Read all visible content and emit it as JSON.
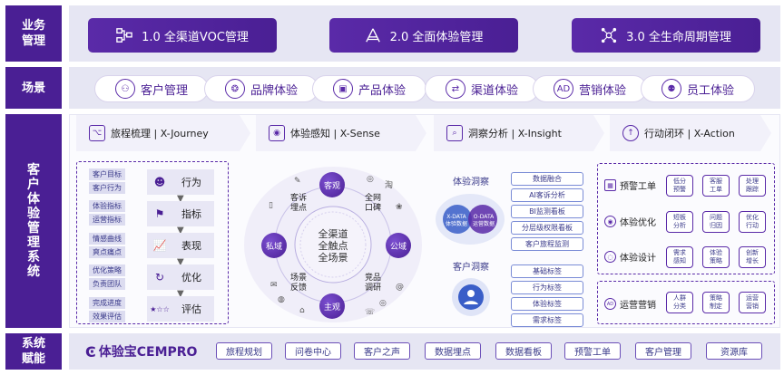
{
  "rows": {
    "business": "业务\n管理",
    "scene": "场景",
    "system": "客\n户\n体\n验\n管\n理\n系\n统",
    "enable": "系统\n赋能"
  },
  "business": [
    "1.0  全渠道VOC管理",
    "2.0  全面体验管理",
    "3.0  全生命周期管理"
  ],
  "scenes": [
    "客户管理",
    "品牌体验",
    "产品体验",
    "渠道体验",
    "营销体验",
    "员工体验"
  ],
  "phases": [
    "旅程梳理  |  X-Journey",
    "体验感知  |  X-Sense",
    "洞察分析  |  X-Insight",
    "行动闭环  |  X-Action"
  ],
  "journey": {
    "tags": [
      "客户目标",
      "客户行为",
      "体验指标",
      "运营指标",
      "情感曲线",
      "爽点痛点",
      "优化策略",
      "负责团队",
      "完成进度",
      "效果评估"
    ],
    "steps": [
      "行为",
      "指标",
      "表现",
      "优化",
      "评估"
    ]
  },
  "sense": {
    "center": "全渠道\n全触点\n全场景",
    "nodes": [
      "客观",
      "公域",
      "主观",
      "私域"
    ],
    "labels": [
      "客诉\n埋点",
      "全网\n口碑",
      "竞品\n调研",
      "场景\n反馈"
    ]
  },
  "insight": {
    "exp_title": "体验洞察",
    "exp_left": "X-DATA\n体验数据",
    "exp_right": "O-DATA\n运营数据",
    "exp_items": [
      "数据融合",
      "AI客诉分析",
      "BI监测看板",
      "分层级权限看板",
      "客户旅程监测"
    ],
    "cust_title": "客户洞察",
    "cust_items": [
      "基础标签",
      "行为标签",
      "体验标签",
      "需求标签"
    ]
  },
  "action": {
    "rows": [
      {
        "label": "预警工单",
        "items": [
          "低分\n预警",
          "客服\n工单",
          "处理\n跟踪"
        ]
      },
      {
        "label": "体验优化",
        "items": [
          "短板\n分析",
          "问题\n归因",
          "优化\n行动"
        ]
      },
      {
        "label": "体验设计",
        "items": [
          "需求\n感知",
          "体验\n策略",
          "创新\n增长"
        ]
      }
    ],
    "ops": {
      "label": "运营营销",
      "items": [
        "人群\n分类",
        "策略\n制定",
        "运营\n营销"
      ]
    }
  },
  "enable": {
    "brand": "体验宝CEMPRO",
    "items": [
      "旅程规划",
      "问卷中心",
      "客户之声",
      "数据埋点",
      "数据看板",
      "预警工单",
      "客户管理",
      "资源库"
    ]
  },
  "colors": {
    "primary": "#4a1f94",
    "band": "#e6e6f3"
  }
}
